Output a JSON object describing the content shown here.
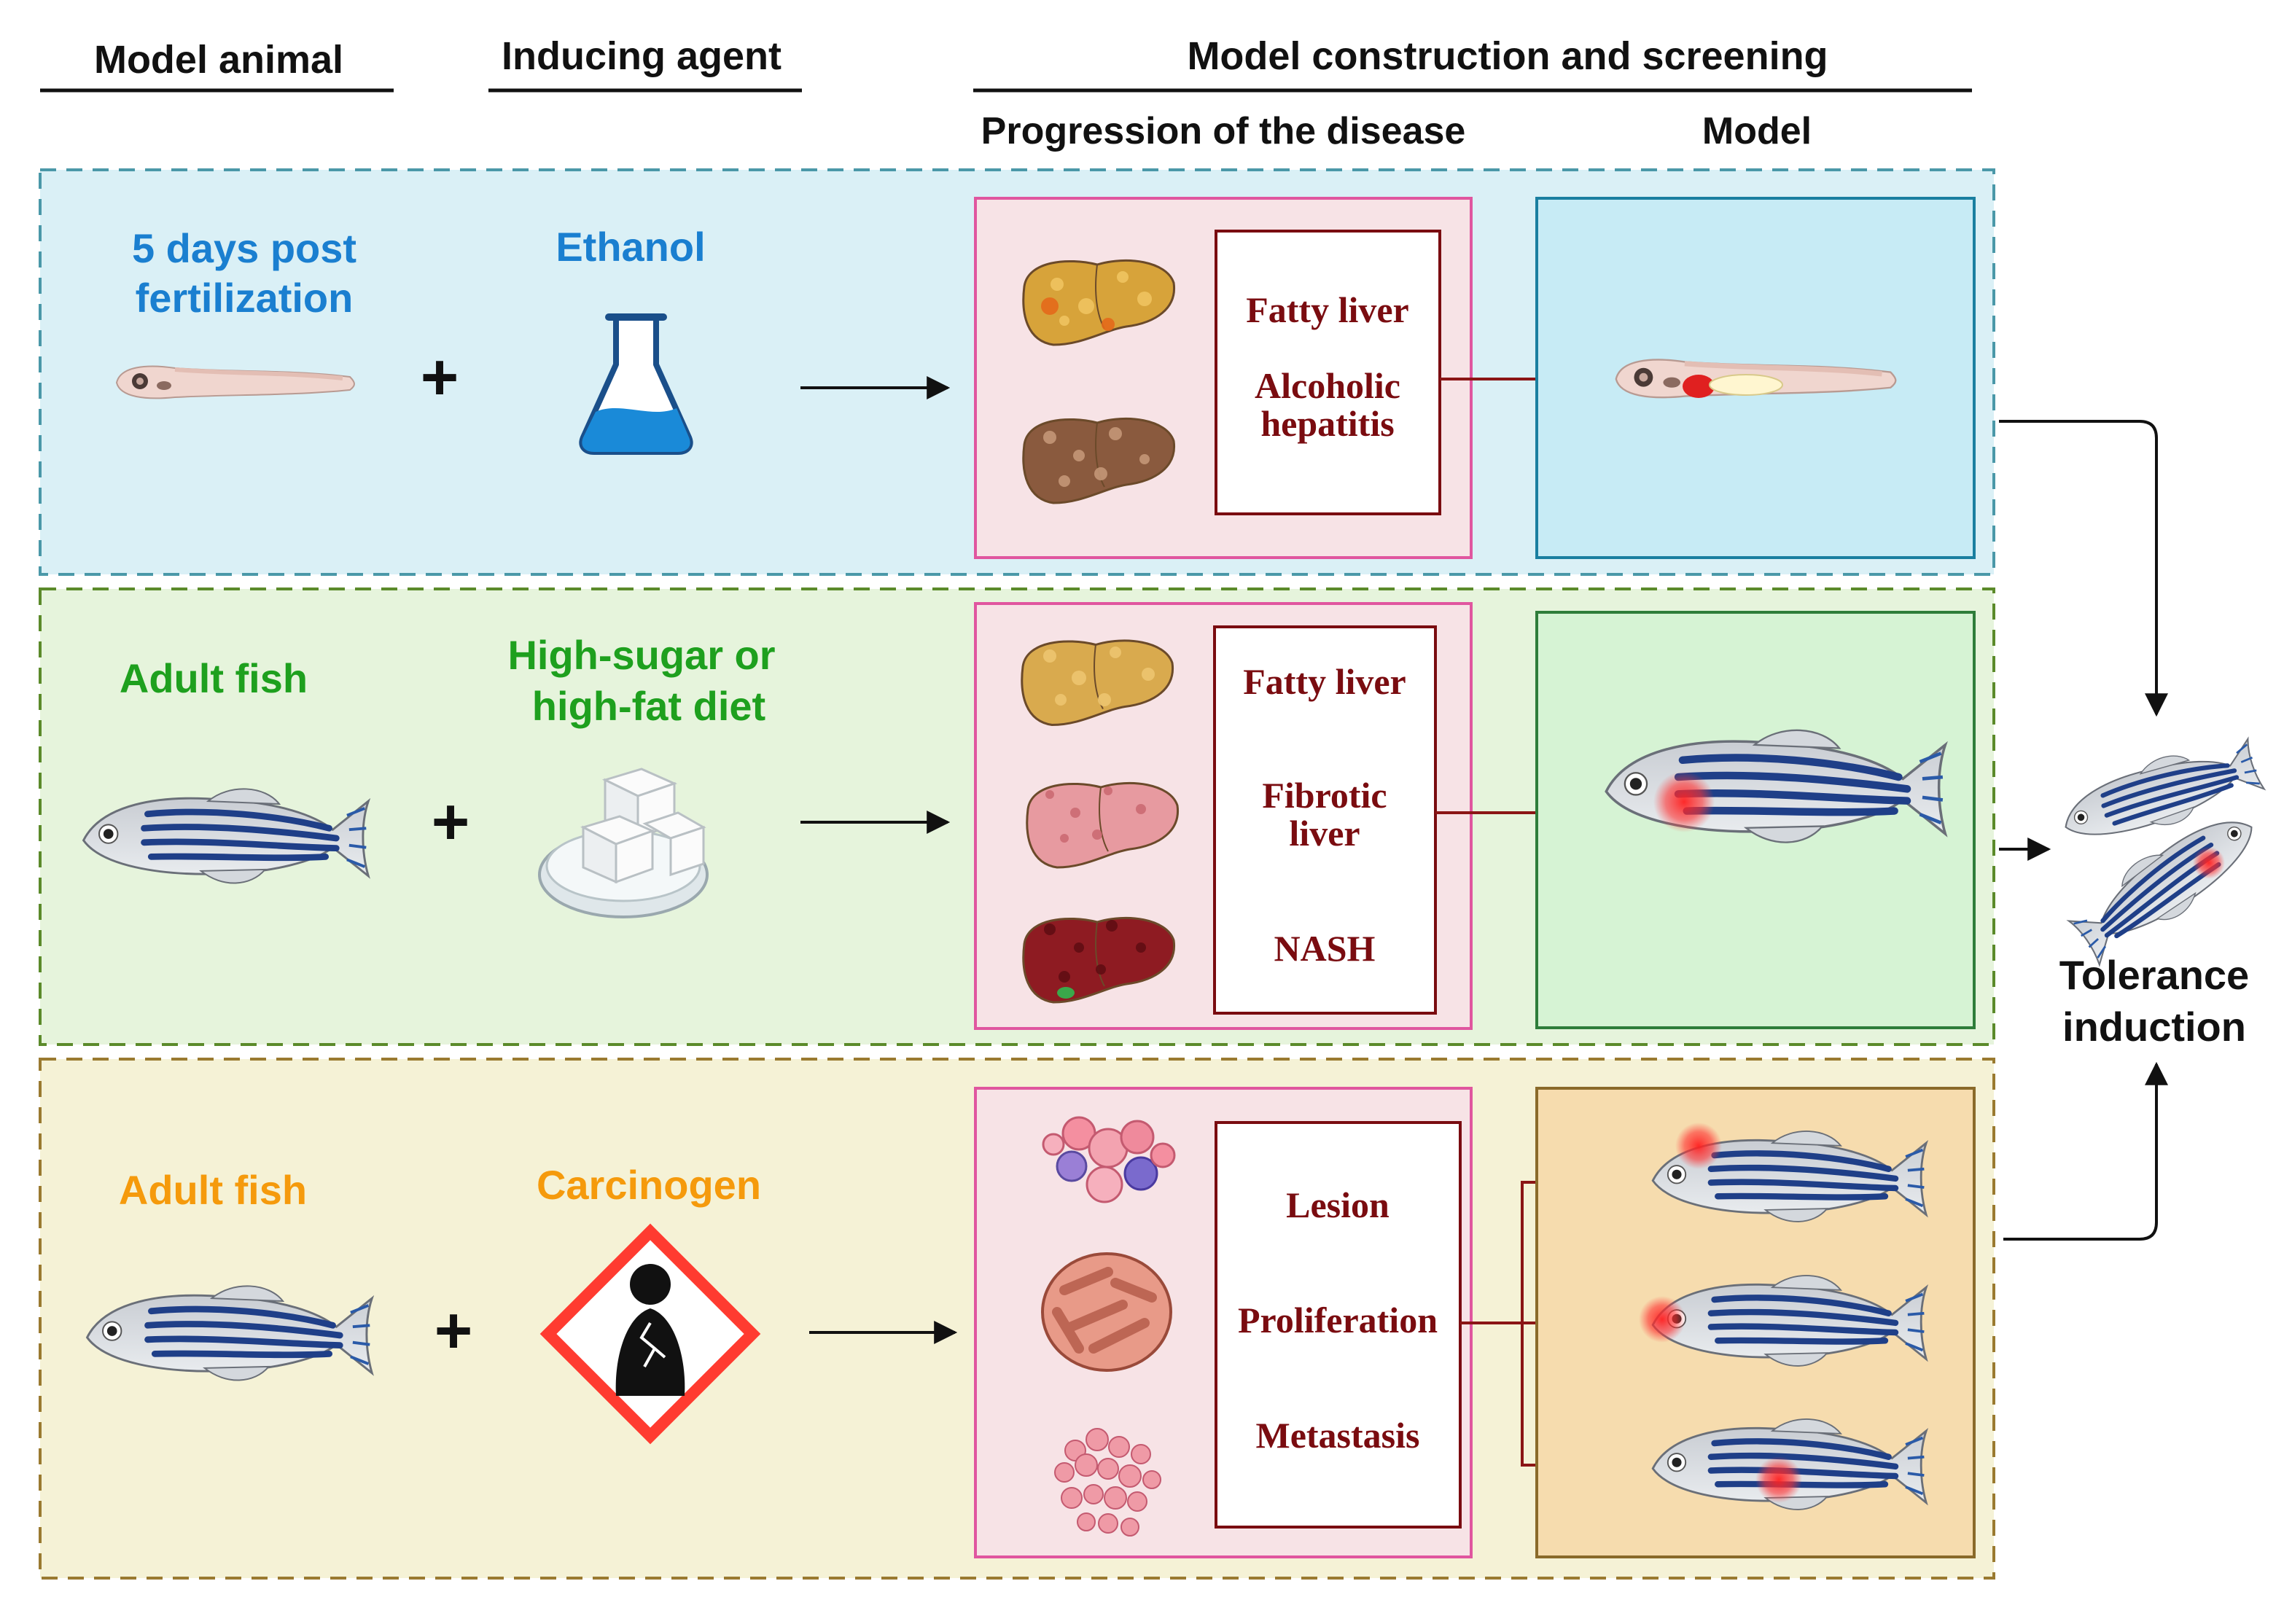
{
  "headers": {
    "model_animal": "Model animal",
    "inducing_agent": "Inducing agent",
    "model_construction": "Model construction and screening",
    "progression": "Progression of the disease",
    "model": "Model"
  },
  "rows": [
    {
      "animal": [
        "5 days post",
        "fertilization"
      ],
      "agent": [
        "Ethanol"
      ],
      "stages": [
        "Fatty liver",
        "Alcoholic",
        "hepatitis"
      ],
      "animal_color": "#1a7fd0",
      "agent_color": "#1a7fd0",
      "bg": "#daf0f6",
      "border": "#4a98a8"
    },
    {
      "animal": [
        "Adult fish"
      ],
      "agent": [
        "High-sugar or",
        "high-fat diet"
      ],
      "stages": [
        "Fatty liver",
        "Fibrotic",
        "liver",
        "NASH"
      ],
      "animal_color": "#1ea01e",
      "agent_color": "#1ea01e",
      "bg": "#e6f4dc",
      "border": "#5b8a2a"
    },
    {
      "animal": [
        "Adult fish"
      ],
      "agent": [
        "Carcinogen"
      ],
      "stages": [
        "Lesion",
        "Proliferation",
        "Metastasis"
      ],
      "animal_color": "#f59a0c",
      "agent_color": "#f59a0c",
      "bg": "#f5f2d6",
      "border": "#9a7a30"
    }
  ],
  "plus_sign": "+",
  "outcome": [
    "Tolerance",
    "induction"
  ],
  "icons": {
    "larva": "zebrafish-larva-icon",
    "flask": "ethanol-flask-icon",
    "sugar": "sugar-cubes-dish-icon",
    "hazard": "health-hazard-icon",
    "adult_fish": "adult-zebrafish-icon",
    "liver": "liver-icon",
    "tumor_cells": "tumor-cells-icon"
  },
  "colors": {
    "stage_text": "#7a0c10",
    "progression_box_border": "#e0569f",
    "progression_box_bg": "#f7e3e6",
    "model_box_border_row1": "#1a7fa0",
    "model_box_bg_row1": "#c7ebf5",
    "model_box_border_row2": "#2e7d3a",
    "model_box_bg_row2": "#d6f3d4",
    "model_box_border_row3": "#8a6a2a",
    "model_box_bg_row3": "#f6dcae",
    "red_arrow": "#8b1515"
  }
}
